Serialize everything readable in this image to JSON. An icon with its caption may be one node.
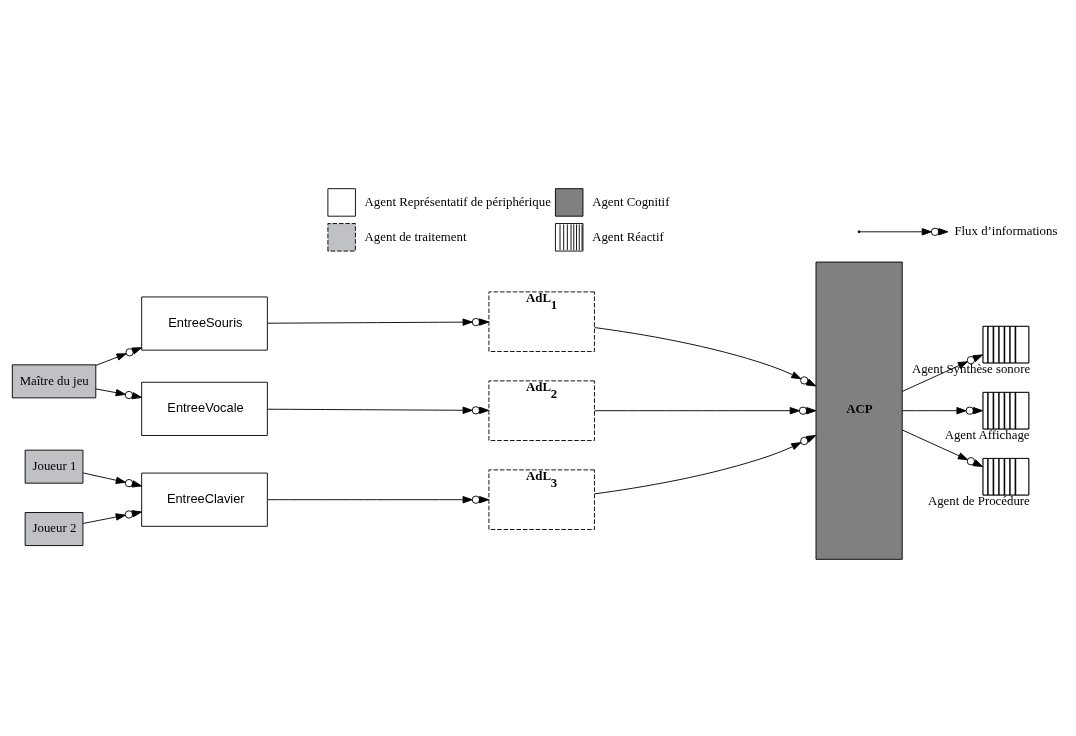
{
  "diagram": {
    "nodes": [
      {
        "text": [
          "Maître du jeu"
        ]
      },
      {
        "text": [
          "Joueur 1"
        ]
      },
      {
        "text": [
          "Joueur 2"
        ]
      },
      {
        "text": [
          "EntreeSouris"
        ]
      },
      {
        "text": [
          "EntreeVocale"
        ]
      },
      {
        "text": [
          "EntreeClavier"
        ]
      },
      {
        "text": [
          "AdL$_{1}$"
        ]
      },
      {
        "text": [
          "AdL$_{2}$"
        ]
      },
      {
        "text": [
          "AdL$_{3}$"
        ]
      },
      {
        "text": [
          "ACP"
        ]
      },
      {
        "text": [],
        "shape": "box",
        "beside": [
          "Agent Synthèse sonore"
        ]
      },
      {
        "text": [],
        "shape": "box",
        "beside": [
          "Agent Affichage"
        ]
      },
      {
        "text": [],
        "shape": "box",
        "beside": [
          "Agent de Procédure"
        ]
      }
    ],
    "edges": [
      {
        "from": 0,
        "to": 3,
        "arrow": "to"
      },
      {
        "from": 0,
        "to": 4,
        "arrow": "to"
      },
      {
        "from": 1,
        "to": 5,
        "arrow": "to"
      },
      {
        "from": 2,
        "to": 5,
        "arrow": "to"
      },
      {
        "from": 3,
        "to": 6,
        "arrow": "to"
      },
      {
        "from": 4,
        "to": 7,
        "arrow": "to"
      },
      {
        "from": 5,
        "to": 8,
        "arrow": "to"
      },
      {
        "from": 6,
        "to": 9,
        "arrow": "to"
      },
      {
        "from": 7,
        "to": 9,
        "arrow": "to"
      },
      {
        "from": 8,
        "to": 9,
        "arrow": "to"
      },
      {
        "from": 9,
        "to": 10,
        "arrow": "to"
      },
      {
        "from": 9,
        "to": 11,
        "arrow": "to"
      },
      {
        "from": 9,
        "to": 12,
        "arrow": "to"
      }
    ],
    "legend": [
      {
        "text": "Agent Représentatif de périphérique",
        "color": "#ffffff"
      },
      {
        "text": "Agent Cognitif",
        "color": "#808080"
      },
      {
        "text": "Flux d’informations"
      },
      {
        "text": "Agent de traitement",
        "color": "#c0c1c5"
      },
      {
        "text": "Agent Réactif"
      }
    ]
  }
}
